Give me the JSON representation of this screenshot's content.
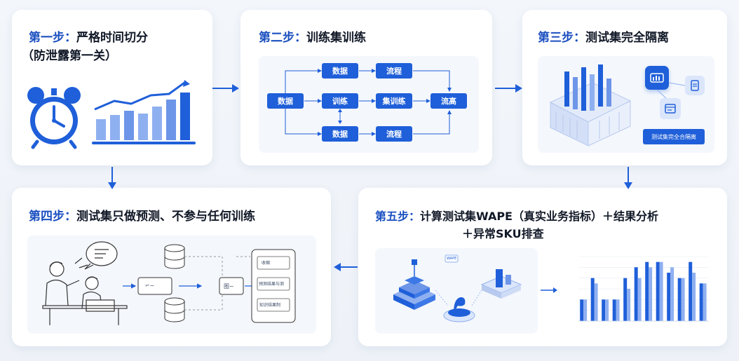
{
  "steps": {
    "step1": {
      "step": "第一步：",
      "title": "严格时间切分",
      "subtitle": "（防泄露第一关）"
    },
    "step2": {
      "step": "第二步：",
      "title": "训练集训练",
      "flow": {
        "data_center": "数据",
        "data_top": "数据",
        "process_top": "流程",
        "train": "训练",
        "set_train": "集训练",
        "output": "流高",
        "data_bottom": "数据",
        "process_bottom": "流程"
      }
    },
    "step3": {
      "step": "第三步：",
      "title": "测试集完全隔离",
      "badge": "测试集完全合隔离"
    },
    "step4": {
      "step": "第四步：",
      "title": "测试集只做预测、不参与任何训练",
      "mini": {
        "node": "⌐~",
        "node2": "图~",
        "list_items": [
          "收缩",
          "预测结果与测",
          "知识结果制"
        ]
      }
    },
    "step5": {
      "step": "第五步：",
      "title": "计算测试集WAPE（真实业务指标）＋结果分析",
      "subtitle": "＋异常SKU排查",
      "mini_tag": "WAPE"
    }
  },
  "colors": {
    "accent": "#1a4fc0",
    "box": "#1f5fd9",
    "arrow": "#1f5fd9",
    "bar_dark": "#1f5fd9",
    "bar_light": "#8fb0f0"
  },
  "chart_data": {
    "type": "bar",
    "categories": [],
    "series": [
      {
        "values": [
          4,
          8,
          4,
          4,
          8,
          10,
          11,
          11,
          9,
          8,
          11,
          7
        ]
      },
      {
        "values": [
          4,
          7,
          4,
          4,
          6,
          8,
          10,
          11,
          10,
          8,
          9,
          7
        ]
      }
    ],
    "ylim": [
      0,
      12
    ],
    "grid": true
  }
}
